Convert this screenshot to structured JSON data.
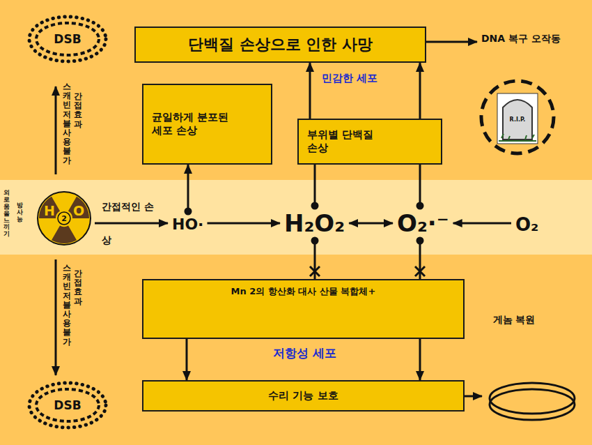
{
  "diagram": {
    "nodes": [
      {
        "text": [
          "DSB"
        ]
      },
      {
        "text": [
          "단백질 손상으로 인한 사망"
        ]
      },
      {
        "text": [
          "DNA 복구 오작동"
        ]
      },
      {
        "text": [
          "균일하게 분포된 세포 손상"
        ]
      },
      {
        "text": [
          "부위별 단백질 손상"
        ]
      },
      {
        "text": [
          "R.I.P."
        ]
      },
      {
        "text": [
          "H",
          "2",
          "O"
        ]
      },
      {
        "text": [
          "HO·"
        ]
      },
      {
        "text": [
          "H₂O₂"
        ]
      },
      {
        "text": [
          "O₂·⁻"
        ]
      },
      {
        "text": [
          "O₂"
        ]
      },
      {
        "text": [
          "Mn 2의 항산화 대사 산물 복합체+"
        ]
      },
      {
        "text": [
          "게놈 복원"
        ]
      },
      {
        "text": [
          "수리 기능 보호"
        ]
      },
      {
        "text": [
          "DSB"
        ]
      }
    ],
    "edges": [
      {
        "from": 6,
        "to": 7,
        "arrow": "to",
        "label": "간접적인 손상"
      },
      {
        "from": 7,
        "to": 8,
        "arrow": "to"
      },
      {
        "from": 8,
        "to": 9,
        "arrow": "both"
      },
      {
        "from": 10,
        "to": 9,
        "arrow": "to"
      },
      {
        "from": 7,
        "to": 3,
        "arrow": "to"
      },
      {
        "from": 8,
        "to": 4,
        "arrow": "none"
      },
      {
        "from": 9,
        "to": 4,
        "arrow": "none"
      },
      {
        "from": 4,
        "to": 1,
        "arrow": "to"
      },
      {
        "from": 4,
        "to": 1,
        "arrow": "to"
      },
      {
        "from": 1,
        "to": 2,
        "arrow": "to"
      },
      {
        "from": 8,
        "to": 11,
        "arrow": "none"
      },
      {
        "from": 9,
        "to": 11,
        "arrow": "none"
      },
      {
        "from": 11,
        "to": 13,
        "arrow": "to"
      },
      {
        "from": 11,
        "to": 13,
        "arrow": "to"
      },
      {
        "from": 13,
        "to": 12,
        "arrow": "to"
      }
    ],
    "labels": [
      "민감한 세포",
      "저항성 세포",
      "스캐빈저블 사용 불가",
      "간접 효과",
      "스캐빈저블 사용 불가",
      "간접 효과",
      "외로움을 느끼기",
      "방사능"
    ]
  }
}
